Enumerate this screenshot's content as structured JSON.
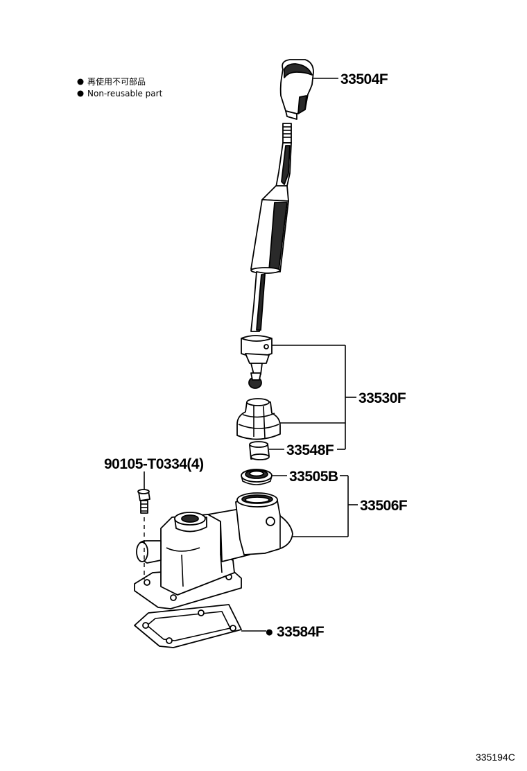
{
  "legend": {
    "items": [
      {
        "icon": "filled-circle",
        "text": "再使用不可部品"
      },
      {
        "icon": "filled-circle",
        "text": "Non-reusable part"
      }
    ]
  },
  "parts": {
    "knob": "33504F",
    "lever_assembly": "33530F",
    "bushing": "33548F",
    "bolt": "90105-T0334(4)",
    "oil_seal": "33505B",
    "housing": "33506F",
    "gasket": "33584F"
  },
  "gasket_marker": "●",
  "diagram_id": "335194C"
}
